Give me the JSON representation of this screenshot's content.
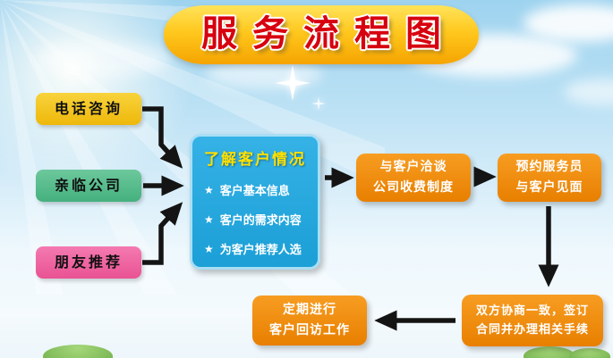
{
  "title": "服务流程图",
  "sources": [
    {
      "label": "电话咨询"
    },
    {
      "label": "亲临公司"
    },
    {
      "label": "朋友推荐"
    }
  ],
  "center": {
    "title": "了解客户情况",
    "bullet": "★",
    "items": [
      "客户基本信息",
      "客户的需求内容",
      "为客户推荐人选"
    ]
  },
  "steps": [
    {
      "lines": [
        "与客户洽谈",
        "公司收费制度"
      ]
    },
    {
      "lines": [
        "预约服务员",
        "与客户见面"
      ]
    },
    {
      "lines": [
        "双方协商一致，签订",
        "合同并办理相关手续"
      ]
    },
    {
      "lines": [
        "定期进行",
        "客户回访工作"
      ]
    }
  ],
  "colors": {
    "title_text": "#d7000f",
    "banner_gold": "#ffc81e",
    "source_phone": "#f3c21d",
    "source_visit": "#57bd8d",
    "source_referral": "#ef64a3",
    "center_blue": "#29aae1",
    "center_title": "#ffe100",
    "step_orange": "#ef8a00",
    "arrow": "#141414"
  }
}
